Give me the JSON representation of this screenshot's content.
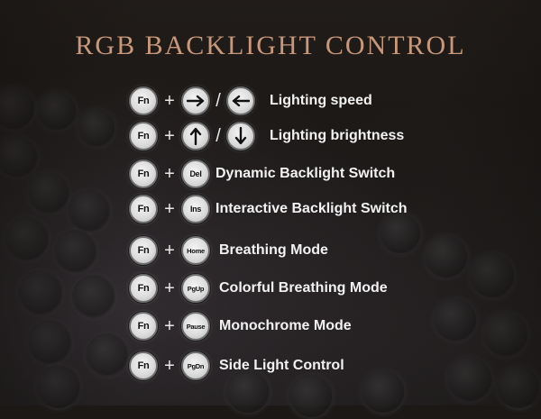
{
  "title": "RGB BACKLIGHT CONTROL",
  "plus": "+",
  "slash": "/",
  "rows": [
    {
      "k1": "Fn",
      "desc": "Lighting speed"
    },
    {
      "k1": "Fn",
      "desc": "Lighting brightness"
    },
    {
      "k1": "Fn",
      "k2": "Del",
      "desc": "Dynamic Backlight Switch"
    },
    {
      "k1": "Fn",
      "k2": "Ins",
      "desc": "Interactive Backlight Switch"
    },
    {
      "k1": "Fn",
      "k2": "Home",
      "desc": "Breathing Mode"
    },
    {
      "k1": "Fn",
      "k2": "PgUp",
      "desc": "Colorful Breathing Mode"
    },
    {
      "k1": "Fn",
      "k2": "Pause",
      "desc": "Monochrome Mode"
    },
    {
      "k1": "Fn",
      "k2": "PgDn",
      "desc": "Side Light Control"
    }
  ],
  "colors": {
    "title": "#c9987a",
    "text": "#f2f2f2",
    "background": "#1b1816"
  }
}
